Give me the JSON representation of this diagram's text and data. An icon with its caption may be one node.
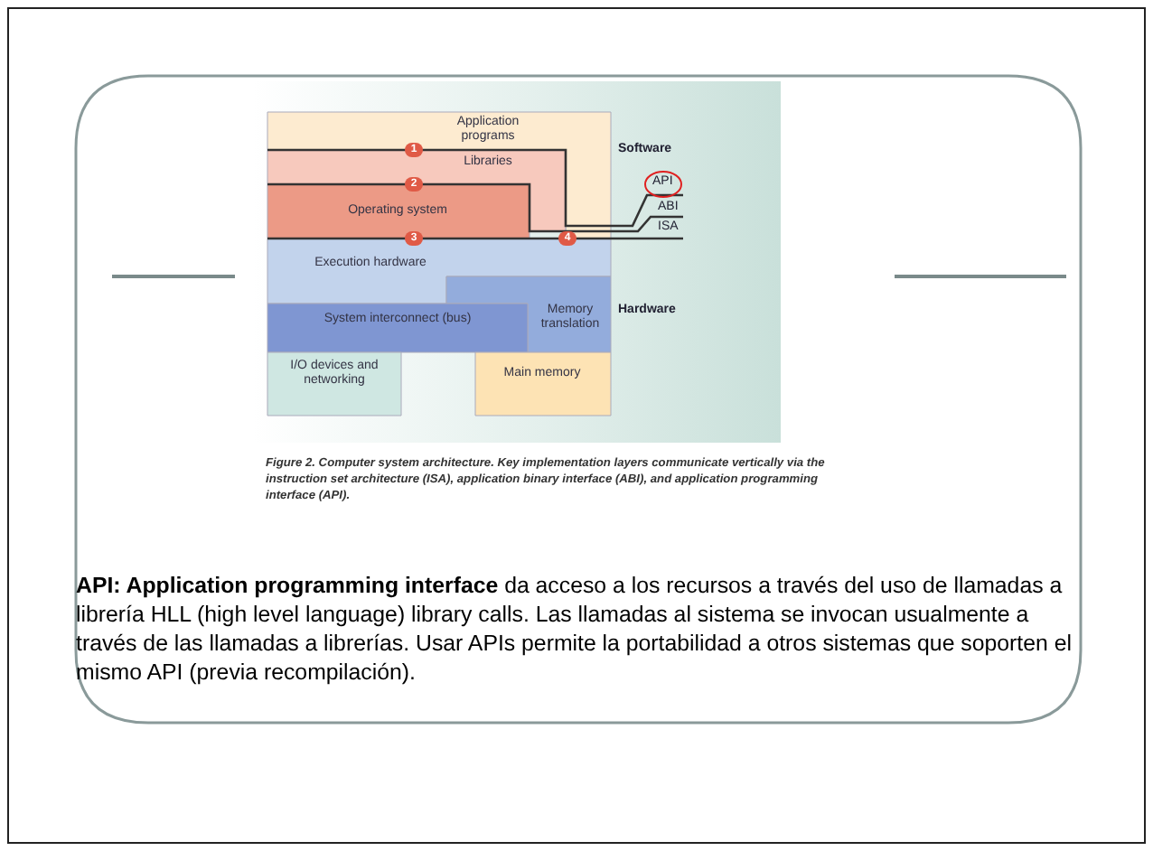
{
  "diagram": {
    "caption": "Figure 2. Computer system architecture. Key implementation layers communicate vertically via the instruction set architecture (ISA), application binary interface (ABI), and application programming interface (API).",
    "nodes": [
      {
        "text": [
          "Application programs"
        ]
      },
      {
        "text": [
          "Libraries"
        ]
      },
      {
        "text": [
          "Operating system"
        ]
      },
      {
        "text": [
          "Execution hardware"
        ]
      },
      {
        "text": [
          "Memory translation"
        ]
      },
      {
        "text": [
          "System interconnect (bus)"
        ]
      },
      {
        "text": [
          "I/O devices and networking"
        ]
      },
      {
        "text": [
          "Main memory"
        ]
      }
    ],
    "edges": [],
    "labels": [
      "Software",
      "API",
      "ABI",
      "ISA",
      "1",
      "2",
      "3",
      "4",
      "Hardware",
      "**API: Application programming interface** da acceso a los recursos a través del uso de llamadas a librería HLL (high level language) library calls. Las llamadas al sistema se invocan usualmente a través de las llamadas a librerías. Usar APIs permite la portabilidad a otros sistemas que soporten el mismo API (previa recompilación)."
    ]
  }
}
